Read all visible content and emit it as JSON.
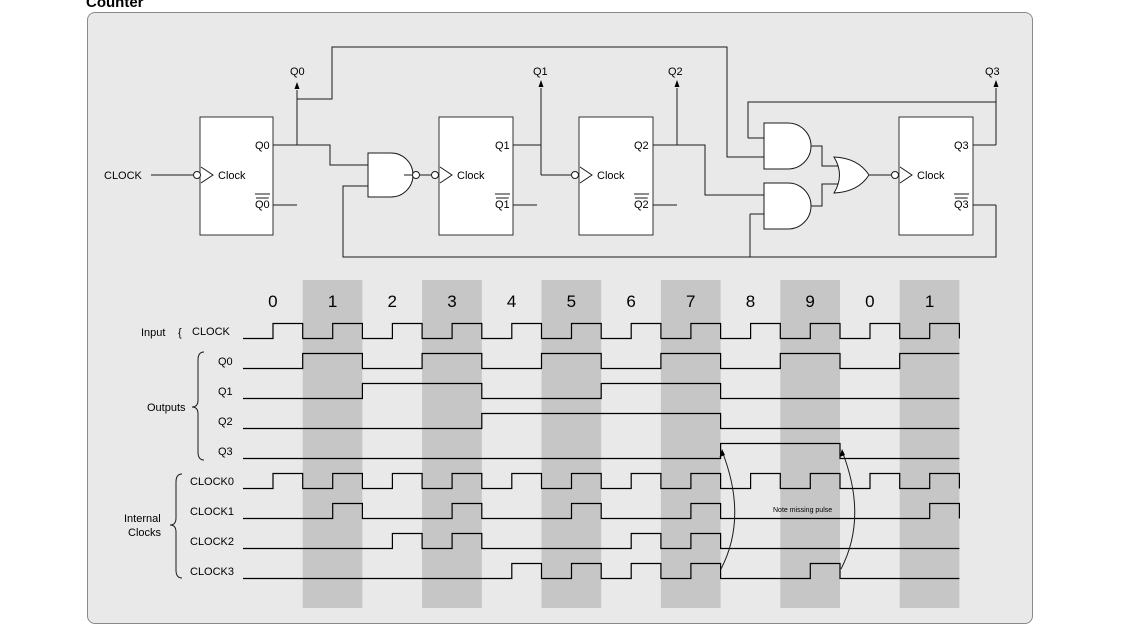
{
  "title": "Counter",
  "circuit": {
    "clock_input": "CLOCK",
    "clock_pin": "Clock",
    "flipflops": [
      {
        "q": "Q0",
        "qbar": "Q0"
      },
      {
        "q": "Q1",
        "qbar": "Q1"
      },
      {
        "q": "Q2",
        "qbar": "Q2"
      },
      {
        "q": "Q3",
        "qbar": "Q3"
      }
    ],
    "outputs": [
      "Q0",
      "Q1",
      "Q2",
      "Q3"
    ]
  },
  "timing": {
    "counts": [
      "0",
      "1",
      "2",
      "3",
      "4",
      "5",
      "6",
      "7",
      "8",
      "9",
      "0",
      "1"
    ],
    "groups": {
      "input": "Input",
      "outputs": "Outputs",
      "internal_line1": "Internal",
      "internal_line2": "Clocks"
    },
    "signals": [
      {
        "name": "CLOCK",
        "type": "clock",
        "levels": [
          1,
          1,
          1,
          1,
          1,
          1,
          1,
          1,
          1,
          1,
          1,
          1
        ]
      },
      {
        "name": "Q0",
        "type": "level",
        "levels": [
          0,
          1,
          0,
          1,
          0,
          1,
          0,
          1,
          0,
          1,
          0,
          1
        ]
      },
      {
        "name": "Q1",
        "type": "level",
        "levels": [
          0,
          0,
          1,
          1,
          0,
          0,
          1,
          1,
          0,
          0,
          0,
          0
        ]
      },
      {
        "name": "Q2",
        "type": "level",
        "levels": [
          0,
          0,
          0,
          0,
          1,
          1,
          1,
          1,
          0,
          0,
          0,
          0
        ]
      },
      {
        "name": "Q3",
        "type": "level",
        "levels": [
          0,
          0,
          0,
          0,
          0,
          0,
          0,
          0,
          1,
          1,
          0,
          0
        ]
      },
      {
        "name": "CLOCK0",
        "type": "clock",
        "levels": [
          1,
          1,
          1,
          1,
          1,
          1,
          1,
          1,
          1,
          1,
          1,
          1
        ]
      },
      {
        "name": "CLOCK1",
        "type": "clock",
        "levels": [
          0,
          1,
          0,
          1,
          0,
          1,
          0,
          1,
          0,
          0,
          0,
          1
        ]
      },
      {
        "name": "CLOCK2",
        "type": "clock",
        "levels": [
          0,
          0,
          1,
          1,
          0,
          0,
          1,
          1,
          0,
          0,
          0,
          0
        ]
      },
      {
        "name": "CLOCK3",
        "type": "clock",
        "levels": [
          0,
          0,
          0,
          0,
          1,
          1,
          1,
          1,
          0,
          1,
          0,
          0
        ]
      }
    ],
    "note": "Note missing pulse"
  }
}
